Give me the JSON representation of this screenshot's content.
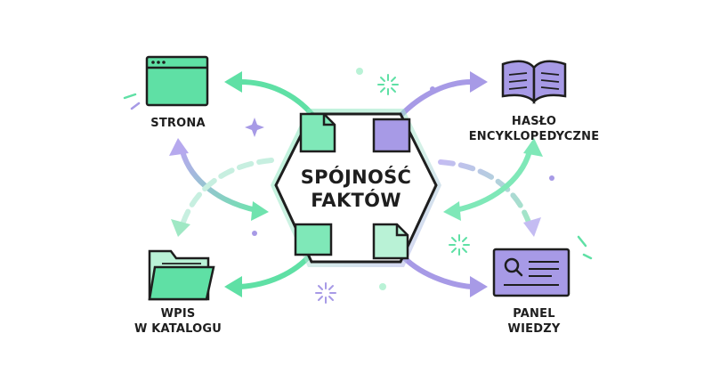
{
  "center": {
    "line1": "SPÓJNOŚĆ",
    "line2": "FAKTÓW"
  },
  "nodes": {
    "strona": {
      "line1": "STRONA"
    },
    "haslo": {
      "line1": "HASŁO",
      "line2": "ENCYKLOPEDYCZNE"
    },
    "wpis": {
      "line1": "WPIS",
      "line2": "W KATALOGU"
    },
    "panel": {
      "line1": "PANEL",
      "line2": "WIEDZY"
    }
  },
  "colors": {
    "green": "#5fe0a5",
    "green_light": "#b9f2d6",
    "purple": "#a79ae6",
    "purple_light": "#d8d0f7",
    "outline": "#1e1e1e"
  },
  "icons": {
    "strona": "browser-window-icon",
    "haslo": "open-book-icon",
    "wpis": "folder-icon",
    "panel": "search-panel-icon"
  }
}
